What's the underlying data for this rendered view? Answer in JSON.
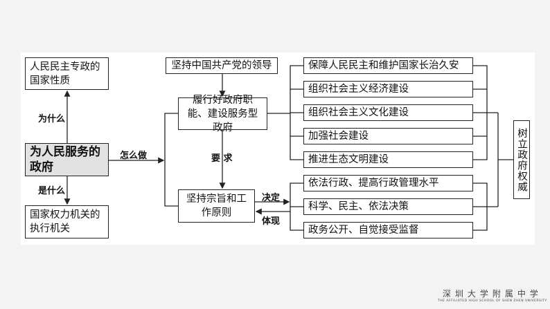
{
  "left": {
    "top_box": "人民民主专政的国家性质",
    "center_box": "为人民服务的政府",
    "bottom_box": "国家权力机关的执行机关",
    "label_why": "为什么",
    "label_what": "是什么",
    "label_how": "怎么做"
  },
  "middle": {
    "leadership_box": "坚持中国共产党的领导",
    "functions_box": "履行好政府职能、建设服务型政府",
    "principles_box": "坚持宗旨和工作原则",
    "label_require": "要 求",
    "label_decide": "决定",
    "label_reflect": "体现"
  },
  "functions": [
    "保障人民民主和维护国家长治久安",
    "组织社会主义经济建设",
    "组织社会主义文化建设",
    "加强社会建设",
    "推进生态文明建设"
  ],
  "principles": [
    "依法行政、提高行政管理水平",
    "科学、民主、依法决策",
    "政务公开、自觉接受监督"
  ],
  "result_box": "树立政府权威",
  "logo": {
    "cn": "深圳大学附属中学",
    "en": "THE AFFILIATED HIGH SCHOOL OF SHEN ZHEN UNIVERSITY"
  }
}
